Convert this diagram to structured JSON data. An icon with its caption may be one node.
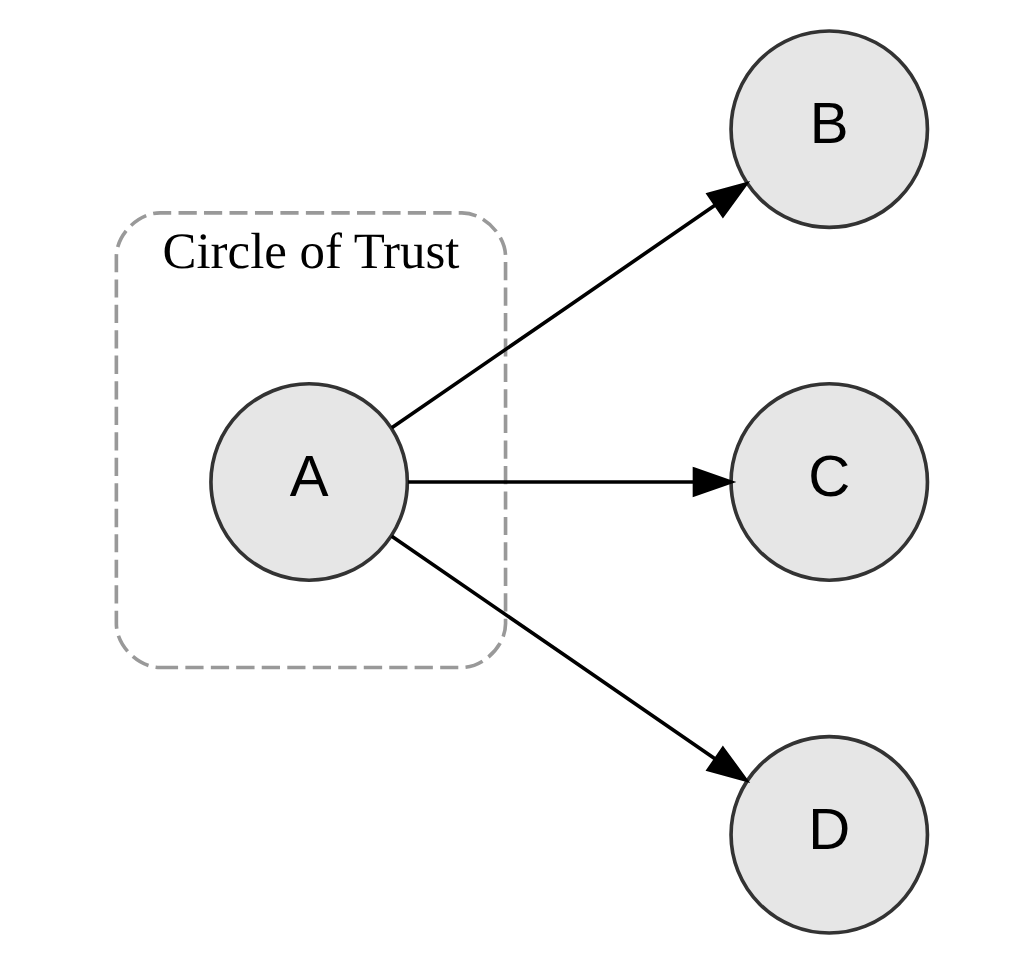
{
  "diagram": {
    "nodes": [
      {
        "text": [
          "Circle of Trust"
        ]
      },
      {
        "text": [
          "A"
        ],
        "in": 0
      },
      {
        "text": [
          "B"
        ]
      },
      {
        "text": [
          "C"
        ]
      },
      {
        "text": [
          "D"
        ]
      }
    ],
    "edges": [
      {
        "from": 1,
        "to": 2,
        "arrow": "to"
      },
      {
        "from": 1,
        "to": 3,
        "arrow": "to"
      },
      {
        "from": 1,
        "to": 4,
        "arrow": "to"
      }
    ]
  }
}
